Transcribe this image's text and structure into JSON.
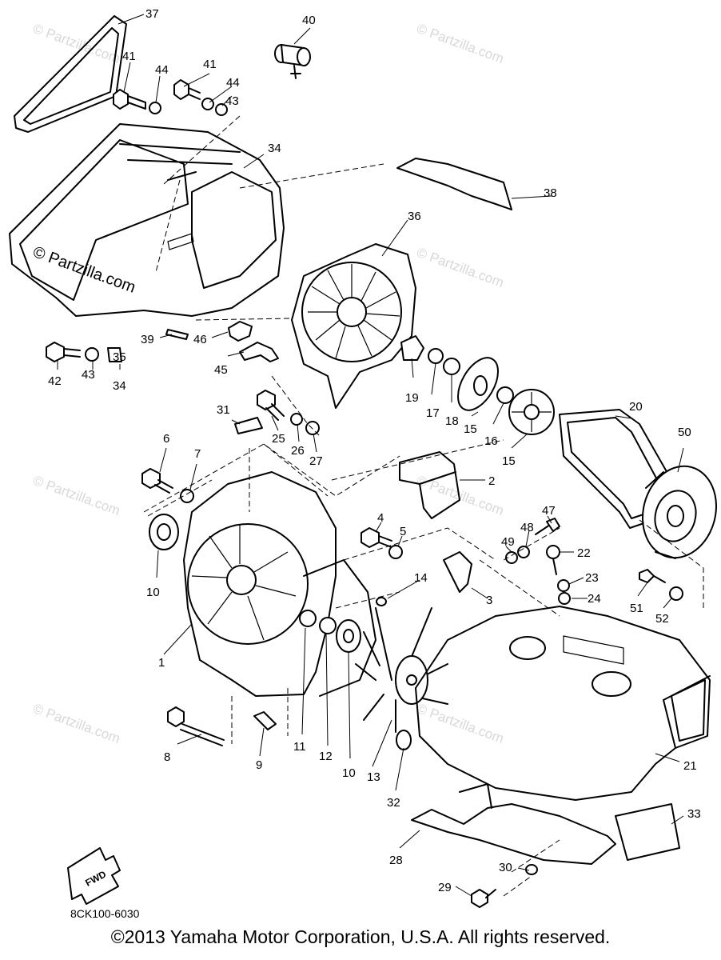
{
  "diagram": {
    "callouts": [
      "37",
      "40",
      "41",
      "44",
      "41",
      "44",
      "43",
      "34",
      "38",
      "36",
      "42",
      "43",
      "35",
      "34",
      "39",
      "46",
      "45",
      "19",
      "17",
      "18",
      "15",
      "16",
      "15",
      "20",
      "50",
      "31",
      "25",
      "26",
      "27",
      "6",
      "7",
      "2",
      "4",
      "5",
      "47",
      "48",
      "22",
      "49",
      "23",
      "24",
      "3",
      "14",
      "10",
      "1",
      "11",
      "12",
      "10",
      "13",
      "8",
      "9",
      "32",
      "51",
      "52",
      "21",
      "33",
      "28",
      "30",
      "29"
    ],
    "watermark_text": "© Partzilla.com",
    "watermark_main": "© Partzilla.com",
    "fwd_label": "FWD",
    "drawing_code": "8CK100-6030"
  },
  "footer": {
    "copyright": "©2013  Yamaha Motor Corporation, U.S.A. All rights reserved."
  }
}
